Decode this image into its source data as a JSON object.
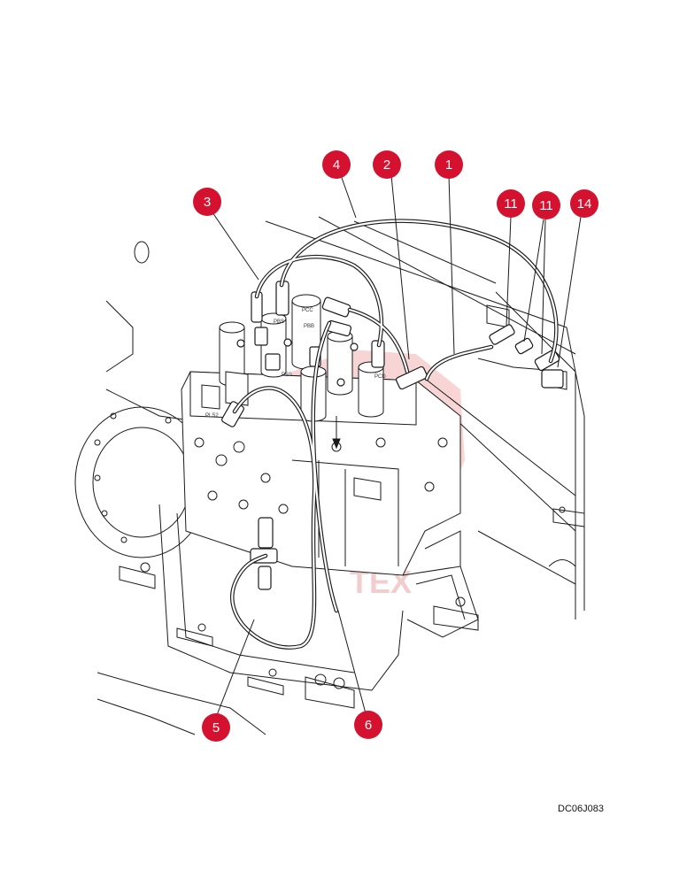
{
  "drawing_code": "DC06J083",
  "watermark_text": "TEX",
  "colors": {
    "callout": "#d4112f",
    "line": "#1a1a1a",
    "watermark": "#f4b3b3"
  },
  "callouts": [
    {
      "id": "c4",
      "number": "4"
    },
    {
      "id": "c2",
      "number": "2"
    },
    {
      "id": "c1",
      "number": "1"
    },
    {
      "id": "c3",
      "number": "3"
    },
    {
      "id": "c11a",
      "number": "11"
    },
    {
      "id": "c11b",
      "number": "11"
    },
    {
      "id": "c14",
      "number": "14"
    },
    {
      "id": "c5",
      "number": "5"
    },
    {
      "id": "c6",
      "number": "6"
    }
  ],
  "part_labels": {
    "pcc": "PCC",
    "pbs": "PBS",
    "pbb": "PBB",
    "pss": "PSS",
    "pcd": "PCD",
    "pls2": "PLS2"
  }
}
